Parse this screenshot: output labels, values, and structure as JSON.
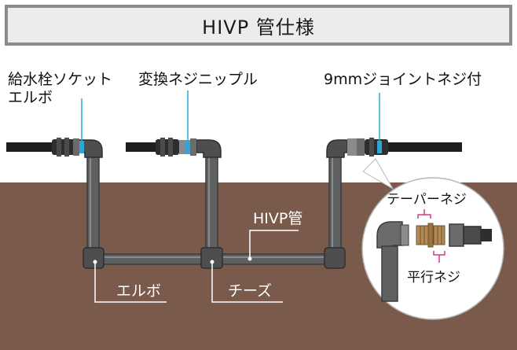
{
  "title": "HIVP 管仕様",
  "labels": {
    "faucet_elbow_line1": "給水栓ソケット",
    "faucet_elbow_line2": "エルボ",
    "conversion_nipple": "変換ネジニップル",
    "joint": "9mmジョイントネジ付",
    "pipe": "HIVP管",
    "elbow": "エルボ",
    "tee": "チーズ",
    "taper_thread": "テーパーネジ",
    "parallel_thread": "平行ネジ"
  },
  "colors": {
    "ground": "#7a5a4a",
    "pipe": "#5f6062",
    "pipe_dark": "#3e3f41",
    "hose": "#1e1e1e",
    "accent": "#2ea7d8",
    "callout_bracket": "#d4388a"
  }
}
